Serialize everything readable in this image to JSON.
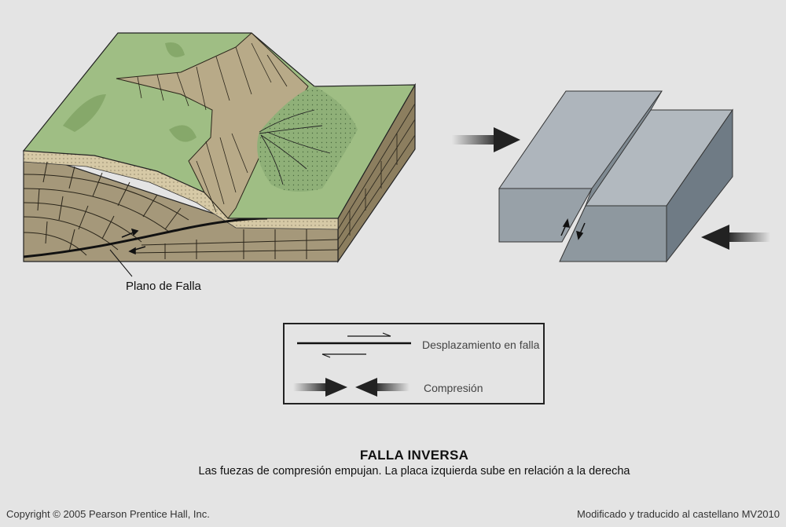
{
  "labels": {
    "fault_plane": "Plano de Falla"
  },
  "legend": {
    "displacement": "Desplazamiento en falla",
    "compression": "Compresión"
  },
  "caption": {
    "title": "FALLA INVERSA",
    "subtitle": "Las fuezas de compresión empujan. La placa izquierda sube en relación a la derecha"
  },
  "footer": {
    "copyright": "Copyright © 2005 Pearson Prentice Hall, Inc.",
    "credit": "Modificado y traducido al castellano MV2010"
  },
  "colors": {
    "background": "#e4e4e4",
    "grass": "#9fbe84",
    "rock": "#a5987a",
    "sand": "#d6c9a6",
    "block_top": "#aeb5bc",
    "block_front": "#8e989f",
    "block_side": "#6f7b85"
  }
}
